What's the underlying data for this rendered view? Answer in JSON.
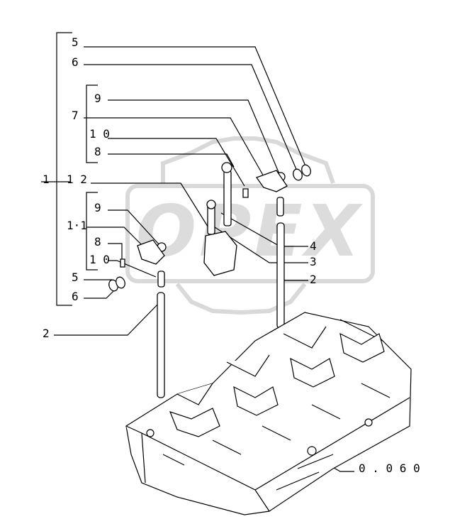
{
  "watermark": "OPEX",
  "callouts": [
    {
      "id": "c5a",
      "text": "5"
    },
    {
      "id": "c6a",
      "text": "6"
    },
    {
      "id": "c9a",
      "text": "9"
    },
    {
      "id": "c7",
      "text": "7"
    },
    {
      "id": "c10a",
      "text": "1 0"
    },
    {
      "id": "c8a",
      "text": "8"
    },
    {
      "id": "c1",
      "text": "1"
    },
    {
      "id": "c12",
      "text": "1 2"
    },
    {
      "id": "c9b",
      "text": "9"
    },
    {
      "id": "c11",
      "text": "1·1"
    },
    {
      "id": "c8b",
      "text": "8"
    },
    {
      "id": "c10b",
      "text": "1 0"
    },
    {
      "id": "c5b",
      "text": "5"
    },
    {
      "id": "c6b",
      "text": "6"
    },
    {
      "id": "c4",
      "text": "4"
    },
    {
      "id": "c3",
      "text": "3"
    },
    {
      "id": "c2a",
      "text": "2"
    },
    {
      "id": "c2b",
      "text": "2"
    },
    {
      "id": "cref",
      "text": "0 . 0 6 0"
    }
  ]
}
